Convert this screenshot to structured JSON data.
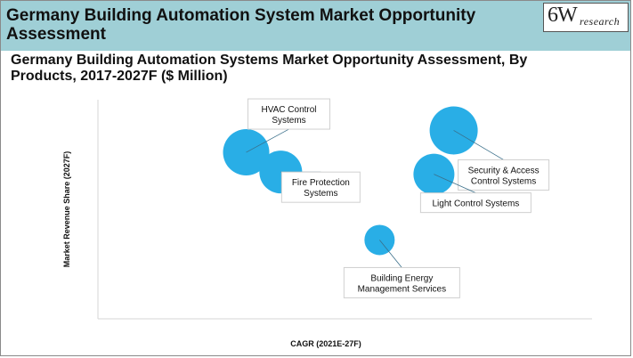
{
  "header": {
    "title_line1": "Germany Building Automation System Market Opportunity",
    "title_line2": "Assessment"
  },
  "logo": {
    "number": "6W",
    "word": "research"
  },
  "chart_data": {
    "type": "bubble",
    "title_line1": "Germany Building Automation Systems Market Opportunity Assessment, By",
    "title_line2": "Products, 2017-2027F ($ Million)",
    "xlabel": "CAGR (2021E-27F)",
    "ylabel": "Market Revenue Share (2027F)",
    "xlim": [
      0,
      100
    ],
    "ylim": [
      0,
      100
    ],
    "bubble_color": "#29aee6",
    "series": [
      {
        "label": [
          "HVAC Control",
          "Systems"
        ],
        "x": 30,
        "y": 76,
        "size": 26
      },
      {
        "label": [
          "Fire Protection",
          "Systems"
        ],
        "x": 37,
        "y": 67,
        "size": 24
      },
      {
        "label": [
          "Security & Access",
          "Control Systems"
        ],
        "x": 72,
        "y": 86,
        "size": 27
      },
      {
        "label": [
          "Light Control Systems"
        ],
        "x": 68,
        "y": 66,
        "size": 23
      },
      {
        "label": [
          "Building Energy",
          "Management Services"
        ],
        "x": 57,
        "y": 36,
        "size": 17
      }
    ]
  }
}
